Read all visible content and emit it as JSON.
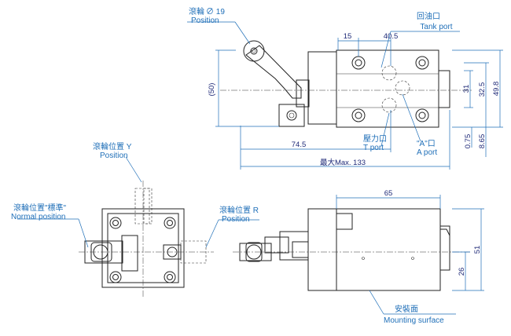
{
  "callouts": {
    "roller_dia_cn": "滾輪",
    "roller_dia_sym": "∅ 19",
    "roller_dia_en": "Position",
    "tank_port_cn": "回油口",
    "tank_port_en": "Tank port",
    "t_port_cn": "壓力口",
    "t_port_en": "T port",
    "a_port_cn": "\"A\"口",
    "a_port_en": "A port",
    "pos_y_cn": "滾輪位置 Y",
    "pos_y_en": "Position",
    "normal_cn": "滾輪位置\"標準\"",
    "normal_en": "Normal position",
    "pos_r_cn": "滾輪位置 R",
    "pos_r_en": "Position",
    "mount_cn": "安裝面",
    "mount_en": "Mounting surface"
  },
  "dimensions": {
    "d15": "15",
    "d40_5": "40.5",
    "d50": "(50)",
    "d31": "31",
    "d32_5": "32.5",
    "d49_8": "49.8",
    "d0_75": "0.75",
    "d8_65": "8.65",
    "d74_5": "74.5",
    "dmax": "最大Max. 133",
    "d65": "65",
    "d51": "51",
    "d26": "26"
  },
  "colors": {
    "label": "#1f6fb8",
    "dimension": "#1f2a78",
    "line": "#222222"
  }
}
